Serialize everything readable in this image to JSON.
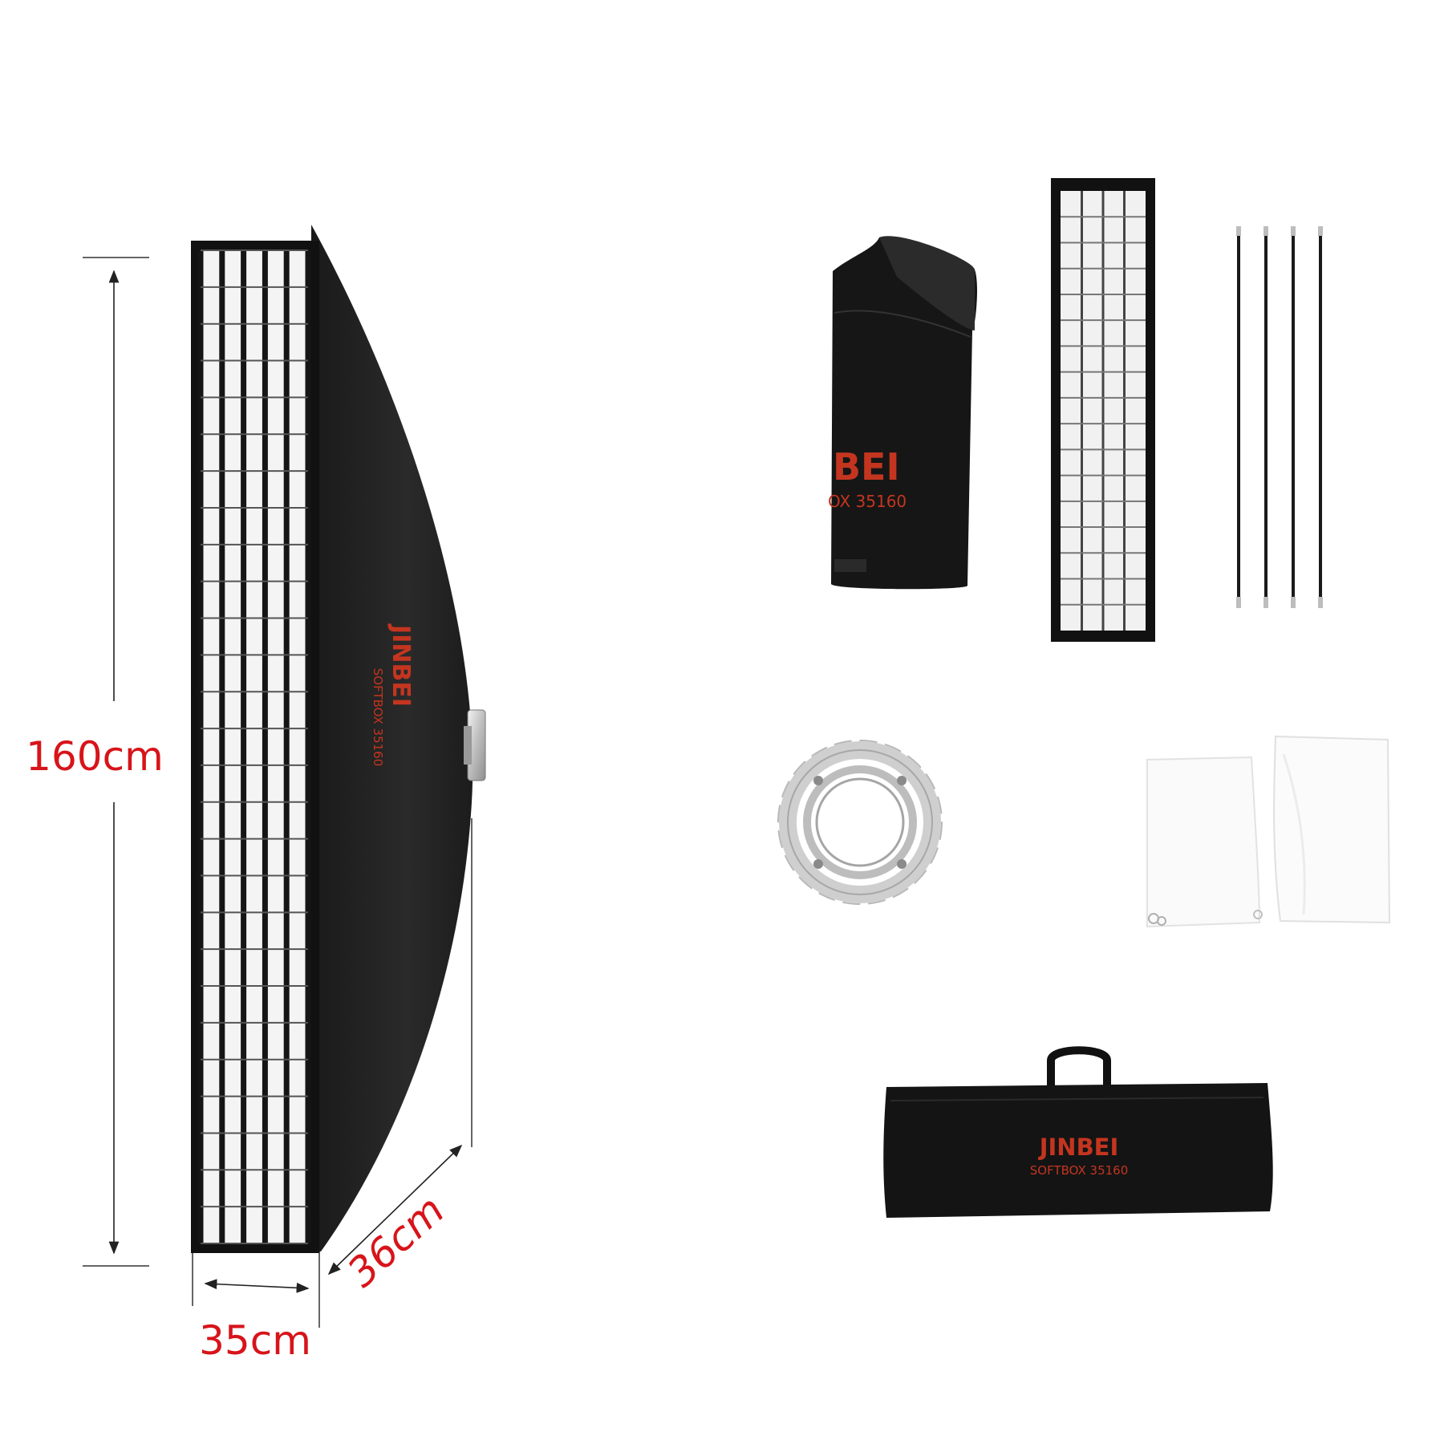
{
  "dimensions": {
    "height_label": "160cm",
    "width_label": "35cm",
    "depth_label": "36cm",
    "label_color": "#d7141a"
  },
  "branding": {
    "brand": "JINBEI",
    "model": "SOFTBOX 35160",
    "folded_brand": "BEI",
    "folded_model": "OX 35160",
    "brand_color": "#c4351f"
  },
  "items": {
    "rods_count": 4,
    "icons": [
      "strip-softbox-icon",
      "folded-softbox-icon",
      "honeycomb-grid-icon",
      "support-rods-icon",
      "speedring-adapter-icon",
      "diffuser-cloths-icon",
      "carry-bag-icon"
    ]
  }
}
